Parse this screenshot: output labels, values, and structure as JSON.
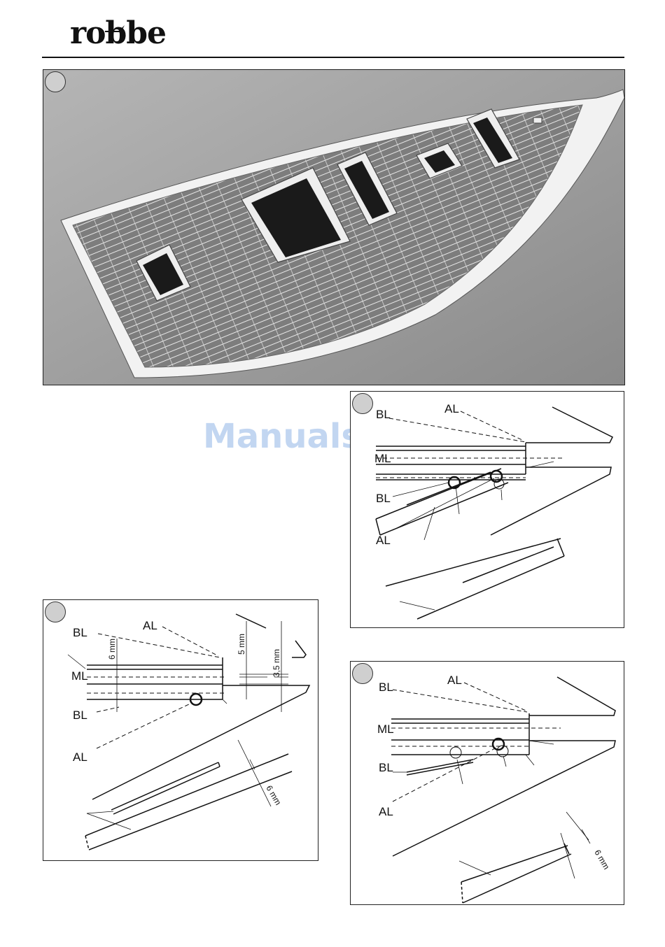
{
  "header": {
    "brand": "robbe"
  },
  "watermark": "ManualsLib.de",
  "figures": {
    "fig_right_top": {
      "labels": {
        "bl_top": "BL",
        "al_top": "AL",
        "ml": "ML",
        "bl_bottom": "BL",
        "al_bottom": "AL"
      }
    },
    "fig_left": {
      "labels": {
        "bl_top": "BL",
        "al_top": "AL",
        "ml": "ML",
        "bl_bottom": "BL",
        "al_bottom": "AL"
      },
      "dims": {
        "d_6mm": "6 mm",
        "d_5mm": "5 mm",
        "d_35mm": "3,5 mm",
        "d_6mm_b": "6 mm"
      }
    },
    "fig_right_bottom": {
      "labels": {
        "bl_top": "BL",
        "al_top": "AL",
        "ml": "ML",
        "bl_bottom": "BL",
        "al_bottom": "AL"
      },
      "dims": {
        "d_6mm": "6 mm"
      }
    }
  }
}
